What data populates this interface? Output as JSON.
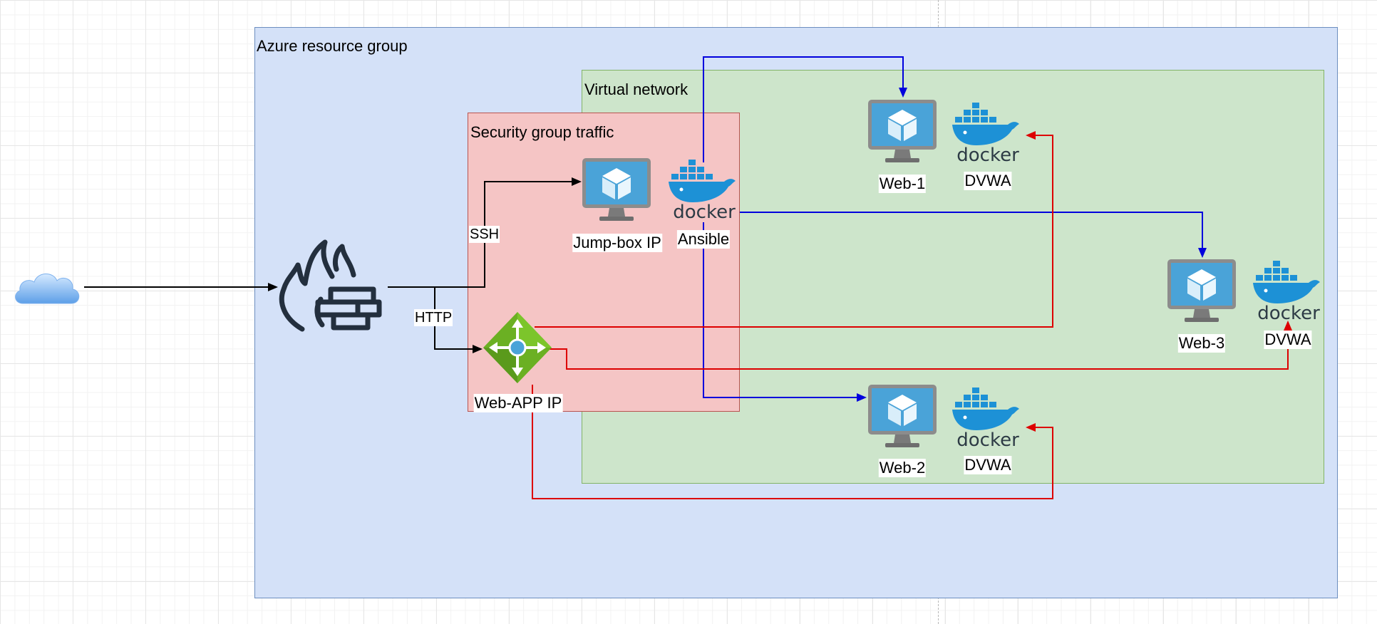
{
  "groups": {
    "resource_group": "Azure resource group",
    "virtual_network": "Virtual network",
    "security_group": "Security group traffic"
  },
  "nodes": {
    "internet_icon": "cloud-icon",
    "firewall_icon": "firewall-icon",
    "jump_box": "Jump-box IP",
    "ansible": "Ansible",
    "web_app": "Web-APP IP",
    "web1": "Web-1",
    "web2": "Web-2",
    "web3": "Web-3",
    "dvwa1": "DVWA",
    "dvwa2": "DVWA",
    "dvwa3": "DVWA",
    "docker_logo_text": "docker"
  },
  "edges": {
    "ssh": "SSH",
    "http": "HTTP"
  },
  "colors": {
    "resource_group_fill": "#d4e1f8",
    "vnet_fill": "#cde5cb",
    "security_group_fill": "#f5c5c5",
    "ansible_link": "#0000dd",
    "web_traffic_link": "#dd0000",
    "ingress_link": "#000000",
    "docker_blue": "#1d91d6",
    "vm_screen": "#4aa3d8",
    "load_balancer": "#6bb023"
  }
}
